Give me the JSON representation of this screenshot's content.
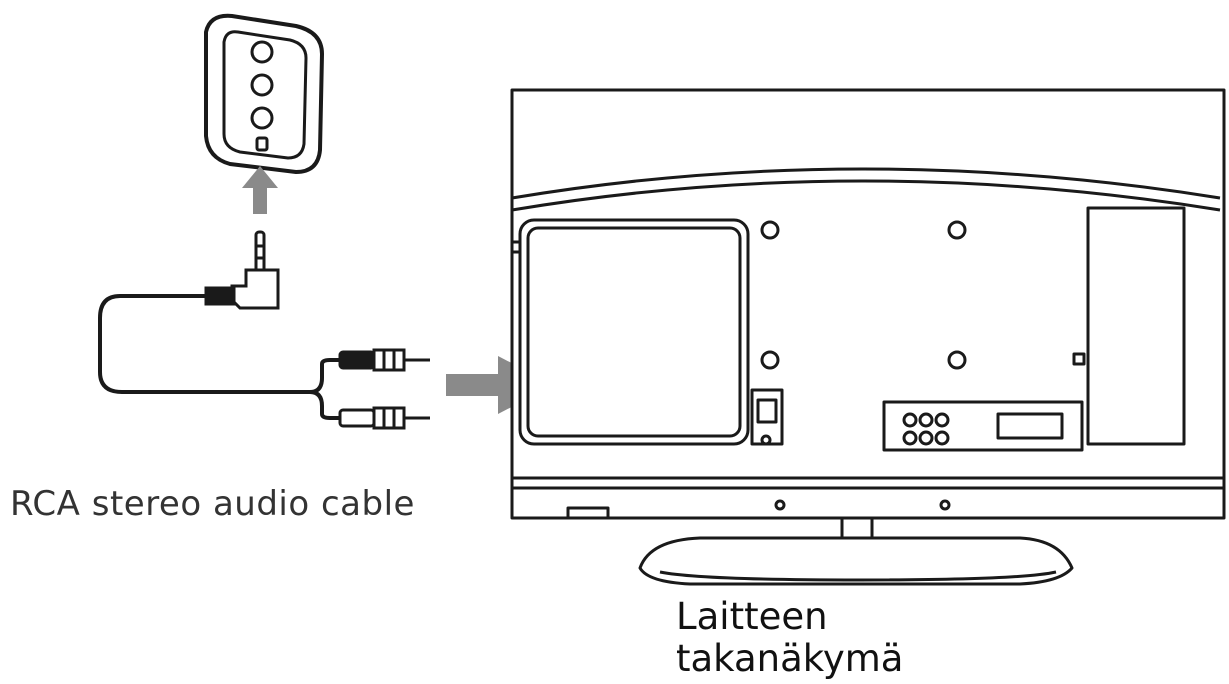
{
  "labels": {
    "cable": "RCA stereo audio cable",
    "device_line1": "Laitteen",
    "device_line2": "takanäkymä"
  },
  "colors": {
    "line": "#1a1a1a",
    "arrow": "#8a8a8a",
    "fill": "#ffffff"
  },
  "icons": [
    "speaker-jack-panel-icon",
    "audio-plug-icon",
    "rca-plug-icon",
    "tv-rear-icon",
    "arrow-icon"
  ]
}
